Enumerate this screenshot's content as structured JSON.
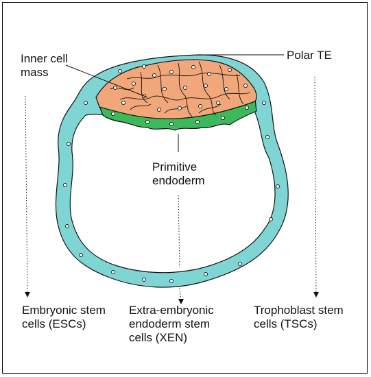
{
  "labels": {
    "icm": "Inner cell\nmass",
    "polar_te": "Polar TE",
    "primitive_endoderm": "Primitive\nendoderm",
    "esc": "Embryonic stem\ncells (ESCs)",
    "xen": "Extra-embryonic\nendoderm stem\ncells (XEN)",
    "tsc": "Trophoblast stem\ncells (TSCs)"
  },
  "colors": {
    "trophectoderm": "#7fd4d4",
    "inner_cell_mass": "#f2a77a",
    "primitive_endoderm": "#3cb95a",
    "outline": "#111111"
  }
}
